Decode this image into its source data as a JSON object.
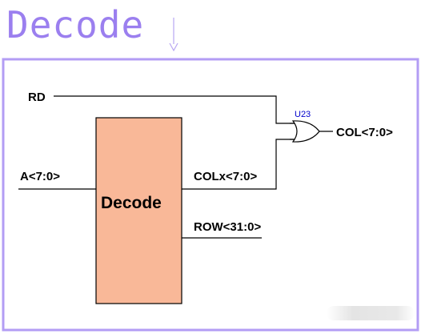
{
  "title": "Decode",
  "colors": {
    "accent": "#9b7fef",
    "block_fill": "#f9b898",
    "wire": "#000000",
    "refdes": "#0000cc"
  },
  "diagram": {
    "block_label": "Decode",
    "gate_refdes": "U23",
    "signals": {
      "rd": "RD",
      "addr": "A<7:0>",
      "colx": "COLx<7:0>",
      "row": "ROW<31:0>",
      "col": "COL<7:0>"
    }
  },
  "icons": {
    "marker": "down-arrow-icon",
    "gate": "or-gate-icon"
  }
}
